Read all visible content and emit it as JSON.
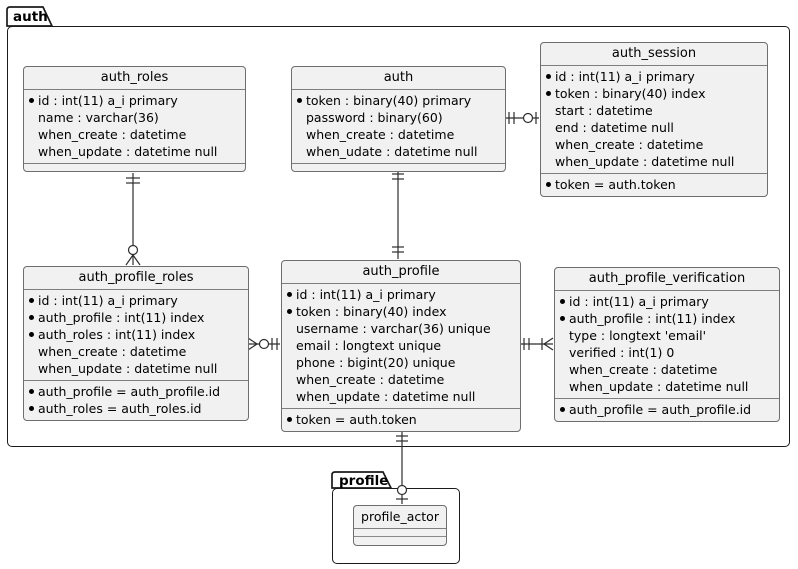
{
  "packages": [
    {
      "id": "auth",
      "label": "auth"
    },
    {
      "id": "profile",
      "label": "profile"
    }
  ],
  "entities": {
    "auth_roles": {
      "title": "auth_roles",
      "rows": [
        {
          "bullet": true,
          "text": "id : int(11) a_i primary"
        },
        {
          "bullet": false,
          "text": "name : varchar(36)"
        },
        {
          "bullet": false,
          "text": "when_create : datetime"
        },
        {
          "bullet": false,
          "text": "when_update : datetime null"
        }
      ],
      "footer": []
    },
    "auth": {
      "title": "auth",
      "rows": [
        {
          "bullet": true,
          "text": "token : binary(40) primary"
        },
        {
          "bullet": false,
          "text": "password : binary(60)"
        },
        {
          "bullet": false,
          "text": "when_create : datetime"
        },
        {
          "bullet": false,
          "text": "when_udate : datetime null"
        }
      ],
      "footer": []
    },
    "auth_session": {
      "title": "auth_session",
      "rows": [
        {
          "bullet": true,
          "text": "id : int(11) a_i primary"
        },
        {
          "bullet": true,
          "text": "token : binary(40) index"
        },
        {
          "bullet": false,
          "text": "start : datetime"
        },
        {
          "bullet": false,
          "text": "end : datetime null"
        },
        {
          "bullet": false,
          "text": "when_create : datetime"
        },
        {
          "bullet": false,
          "text": "when_update : datetime null"
        }
      ],
      "footer": [
        {
          "bullet": true,
          "text": "token = auth.token"
        }
      ]
    },
    "auth_profile_roles": {
      "title": "auth_profile_roles",
      "rows": [
        {
          "bullet": true,
          "text": "id : int(11) a_i primary"
        },
        {
          "bullet": true,
          "text": "auth_profile : int(11) index"
        },
        {
          "bullet": true,
          "text": "auth_roles : int(11) index"
        },
        {
          "bullet": false,
          "text": "when_create : datetime"
        },
        {
          "bullet": false,
          "text": "when_update : datetime null"
        }
      ],
      "footer": [
        {
          "bullet": true,
          "text": "auth_profile = auth_profile.id"
        },
        {
          "bullet": true,
          "text": "auth_roles = auth_roles.id"
        }
      ]
    },
    "auth_profile": {
      "title": "auth_profile",
      "rows": [
        {
          "bullet": true,
          "text": "id : int(11) a_i primary"
        },
        {
          "bullet": true,
          "text": "token : binary(40) index"
        },
        {
          "bullet": false,
          "text": "username : varchar(36) unique"
        },
        {
          "bullet": false,
          "text": "email : longtext unique"
        },
        {
          "bullet": false,
          "text": "phone : bigint(20) unique"
        },
        {
          "bullet": false,
          "text": "when_create : datetime"
        },
        {
          "bullet": false,
          "text": "when_update : datetime null"
        }
      ],
      "footer": [
        {
          "bullet": true,
          "text": "token = auth.token"
        }
      ]
    },
    "auth_profile_verification": {
      "title": "auth_profile_verification",
      "rows": [
        {
          "bullet": true,
          "text": "id : int(11) a_i primary"
        },
        {
          "bullet": true,
          "text": "auth_profile : int(11) index"
        },
        {
          "bullet": false,
          "text": "type : longtext 'email'"
        },
        {
          "bullet": false,
          "text": "verified : int(1) 0"
        },
        {
          "bullet": false,
          "text": "when_create : datetime"
        },
        {
          "bullet": false,
          "text": "when_update : datetime null"
        }
      ],
      "footer": [
        {
          "bullet": true,
          "text": "auth_profile = auth_profile.id"
        }
      ]
    },
    "profile_actor": {
      "title": "profile_actor",
      "rows": [],
      "footer": []
    }
  },
  "relations": [
    {
      "from": "auth_roles",
      "to": "auth_profile_roles",
      "from_cardinality": "exactly-one",
      "to_cardinality": "zero-or-many"
    },
    {
      "from": "auth",
      "to": "auth_session",
      "from_cardinality": "exactly-one",
      "to_cardinality": "zero-or-one"
    },
    {
      "from": "auth",
      "to": "auth_profile",
      "from_cardinality": "exactly-one",
      "to_cardinality": "exactly-one"
    },
    {
      "from": "auth_profile_roles",
      "to": "auth_profile",
      "from_cardinality": "zero-or-many",
      "to_cardinality": "exactly-one"
    },
    {
      "from": "auth_profile",
      "to": "auth_profile_verification",
      "from_cardinality": "exactly-one",
      "to_cardinality": "one-or-many"
    },
    {
      "from": "auth_profile",
      "to": "profile_actor",
      "from_cardinality": "exactly-one",
      "to_cardinality": "zero-or-one"
    }
  ],
  "colors": {
    "entity_fill": "#f1f1f1",
    "entity_border": "#6e6e6e",
    "package_border": "#1b1b1b",
    "relation_line": "#2d2d2d",
    "background": "#ffffff"
  }
}
